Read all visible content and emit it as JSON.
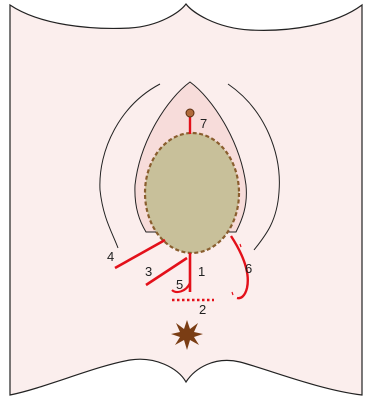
{
  "labels": {
    "n1": "1",
    "n2": "2",
    "n3": "3",
    "n4": "4",
    "n5": "5",
    "n6": "6",
    "n7": "7"
  },
  "colors": {
    "skin": "#fbeeed",
    "vestibule": "#f7dcda",
    "outline": "#222222",
    "incision": "#e3101a",
    "opening_fill": "#c8c09a",
    "opening_border": "#8a5e2e",
    "clitoris": "#b06a3a",
    "anus": "#7a3d14"
  },
  "icons": {
    "anus": "star-burst-icon",
    "clitoris": "dot-icon"
  }
}
